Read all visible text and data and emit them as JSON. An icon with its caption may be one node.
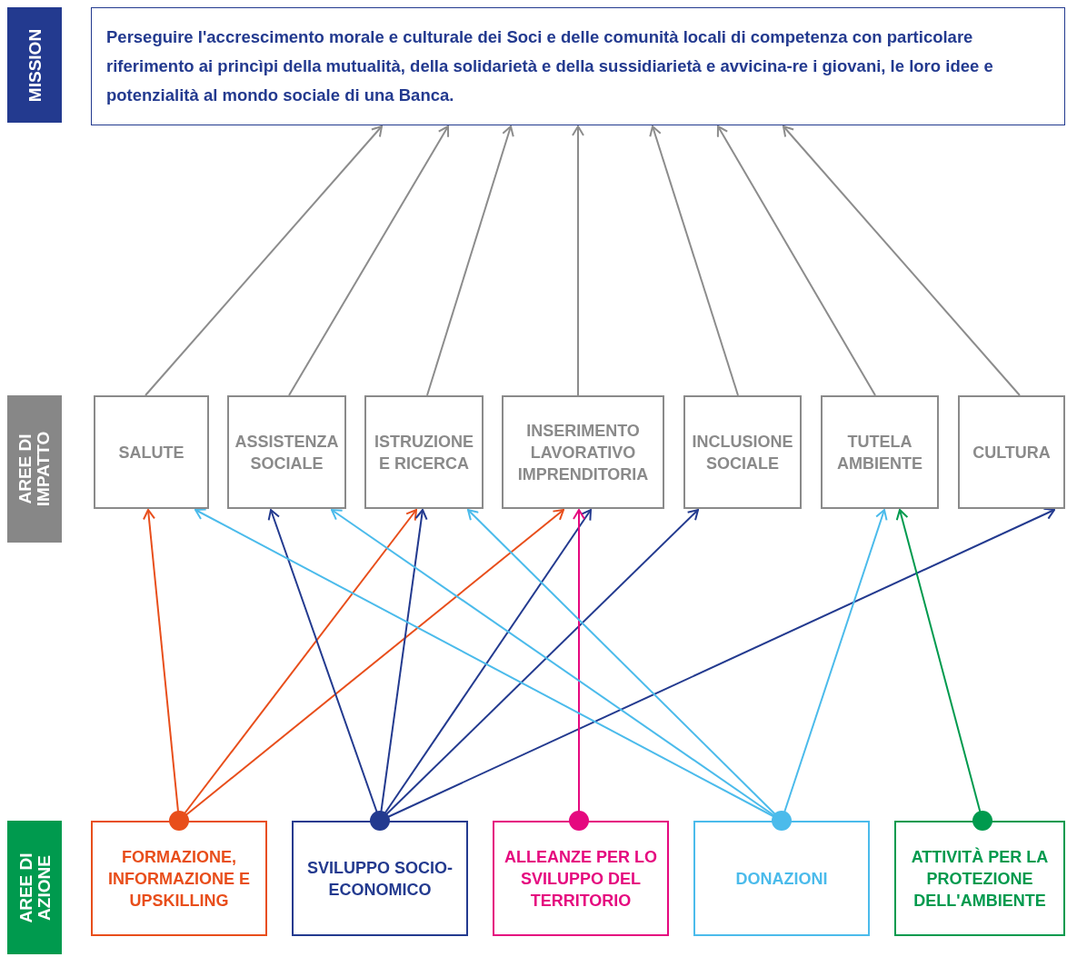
{
  "diagram": {
    "nodes": [
      {
        "text": [
          "MISSION"
        ]
      },
      {
        "text": [
          "Perseguire l'accrescimento morale e culturale dei Soci e delle comunità locali di competenza con particolare riferimento ai princìpi della mutualità, della solidarietà e della sussidiarietà e avvicina-re i giovani, le loro idee e potenzialità al mondo sociale di una Banca."
        ]
      },
      {
        "text": [
          "AREE DI IMPATTO"
        ]
      },
      {
        "text": [
          "SALUTE"
        ]
      },
      {
        "text": [
          "ASSISTENZA SOCIALE"
        ]
      },
      {
        "text": [
          "ISTRUZIONE E RICERCA"
        ]
      },
      {
        "text": [
          "INSERIMENTO LAVORATIVO IMPRENDITORIA"
        ]
      },
      {
        "text": [
          "INCLUSIONE SOCIALE"
        ]
      },
      {
        "text": [
          "TUTELA AMBIENTE"
        ]
      },
      {
        "text": [
          "CULTURA"
        ]
      },
      {
        "text": [
          "AREE DI AZIONE"
        ]
      },
      {
        "text": [
          "FORMAZIONE, INFORMAZIONE E UPSKILLING"
        ]
      },
      {
        "text": [
          "SVILUPPO SOCIO- ECONOMICO"
        ]
      },
      {
        "text": [
          "ALLEANZE PER LO SVILUPPO DEL TERRITORIO"
        ]
      },
      {
        "text": [
          "DONAZIONI"
        ]
      },
      {
        "text": [
          "ATTIVITÀ PER LA PROTEZIONE DELL'AMBIENTE"
        ]
      }
    ],
    "edges": [
      {
        "from": 3,
        "to": 1,
        "arrow": "to"
      },
      {
        "from": 4,
        "to": 1,
        "arrow": "to"
      },
      {
        "from": 5,
        "to": 1,
        "arrow": "to"
      },
      {
        "from": 6,
        "to": 1,
        "arrow": "to"
      },
      {
        "from": 7,
        "to": 1,
        "arrow": "to"
      },
      {
        "from": 8,
        "to": 1,
        "arrow": "to"
      },
      {
        "from": 9,
        "to": 1,
        "arrow": "to"
      },
      {
        "from": 11,
        "to": 3,
        "arrow": "to",
        "color": "#e84e1b"
      },
      {
        "from": 11,
        "to": 5,
        "arrow": "to",
        "color": "#e84e1b"
      },
      {
        "from": 11,
        "to": 6,
        "arrow": "to",
        "color": "#e84e1b"
      },
      {
        "from": 12,
        "to": 4,
        "arrow": "to",
        "color": "#233a8f"
      },
      {
        "from": 12,
        "to": 5,
        "arrow": "to",
        "color": "#233a8f"
      },
      {
        "from": 12,
        "to": 6,
        "arrow": "to",
        "color": "#233a8f"
      },
      {
        "from": 12,
        "to": 7,
        "arrow": "to",
        "color": "#233a8f"
      },
      {
        "from": 12,
        "to": 9,
        "arrow": "to",
        "color": "#233a8f"
      },
      {
        "from": 13,
        "to": 6,
        "arrow": "to",
        "color": "#e5097f"
      },
      {
        "from": 14,
        "to": 3,
        "arrow": "to",
        "color": "#4bbbeb"
      },
      {
        "from": 14,
        "to": 4,
        "arrow": "to",
        "color": "#4bbbeb"
      },
      {
        "from": 14,
        "to": 5,
        "arrow": "to",
        "color": "#4bbbeb"
      },
      {
        "from": 14,
        "to": 8,
        "arrow": "to",
        "color": "#4bbbeb"
      },
      {
        "from": 15,
        "to": 8,
        "arrow": "to",
        "color": "#009a4e"
      }
    ]
  }
}
